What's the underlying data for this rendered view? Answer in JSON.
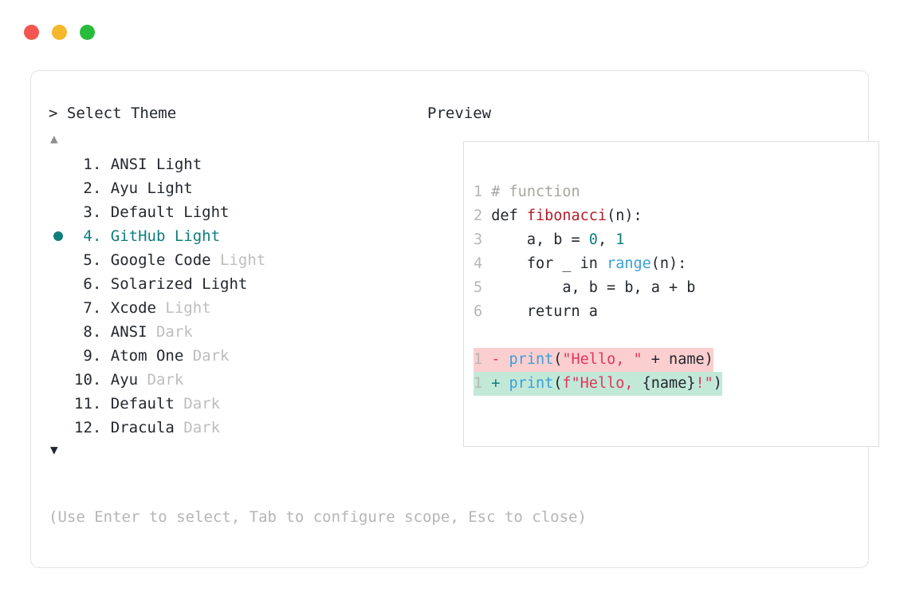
{
  "window": {
    "controls": [
      {
        "name": "close",
        "color": "#f4564f"
      },
      {
        "name": "minimize",
        "color": "#f5b72c"
      },
      {
        "name": "maximize",
        "color": "#28bb3c"
      }
    ]
  },
  "prompt": {
    "title": "> Select Theme",
    "scroll_up_indicator": "▲",
    "scroll_down_indicator": "▼",
    "selected_index": 4,
    "accent_color": "#0f7d7d",
    "muted_color": "#bdbdbd",
    "items": [
      {
        "number": "1.",
        "name": "ANSI",
        "variant": "Light",
        "variant_muted": false,
        "selected": false
      },
      {
        "number": "2.",
        "name": "Ayu",
        "variant": "Light",
        "variant_muted": false,
        "selected": false
      },
      {
        "number": "3.",
        "name": "Default",
        "variant": "Light",
        "variant_muted": false,
        "selected": false
      },
      {
        "number": "4.",
        "name": "GitHub",
        "variant": "Light",
        "variant_muted": false,
        "selected": true
      },
      {
        "number": "5.",
        "name": "Google Code",
        "variant": "Light",
        "variant_muted": true,
        "selected": false
      },
      {
        "number": "6.",
        "name": "Solarized",
        "variant": "Light",
        "variant_muted": false,
        "selected": false
      },
      {
        "number": "7.",
        "name": "Xcode",
        "variant": "Light",
        "variant_muted": true,
        "selected": false
      },
      {
        "number": "8.",
        "name": "ANSI",
        "variant": "Dark",
        "variant_muted": true,
        "selected": false
      },
      {
        "number": "9.",
        "name": "Atom One",
        "variant": "Dark",
        "variant_muted": true,
        "selected": false
      },
      {
        "number": "10.",
        "name": "Ayu",
        "variant": "Dark",
        "variant_muted": true,
        "selected": false
      },
      {
        "number": "11.",
        "name": "Default",
        "variant": "Dark",
        "variant_muted": true,
        "selected": false
      },
      {
        "number": "12.",
        "name": "Dracula",
        "variant": "Dark",
        "variant_muted": true,
        "selected": false
      }
    ],
    "hint": "(Use Enter to select, Tab to configure scope, Esc to close)"
  },
  "preview": {
    "title": "Preview",
    "code_lines": [
      {
        "ln": "1",
        "tokens": [
          {
            "t": "# function",
            "c": "tok-comment"
          }
        ]
      },
      {
        "ln": "2",
        "tokens": [
          {
            "t": "def ",
            "c": "tok-kw"
          },
          {
            "t": "fibonacci",
            "c": "tok-fn"
          },
          {
            "t": "(n):",
            "c": "tok-punct"
          }
        ]
      },
      {
        "ln": "3",
        "tokens": [
          {
            "t": "    a, b = ",
            "c": "tok-plain"
          },
          {
            "t": "0",
            "c": "tok-num"
          },
          {
            "t": ", ",
            "c": "tok-plain"
          },
          {
            "t": "1",
            "c": "tok-num"
          }
        ]
      },
      {
        "ln": "4",
        "tokens": [
          {
            "t": "    for _ in ",
            "c": "tok-plain"
          },
          {
            "t": "range",
            "c": "tok-builtin"
          },
          {
            "t": "(n):",
            "c": "tok-punct"
          }
        ]
      },
      {
        "ln": "5",
        "tokens": [
          {
            "t": "        a, b = b, a + b",
            "c": "tok-plain"
          }
        ]
      },
      {
        "ln": "6",
        "tokens": [
          {
            "t": "    return a",
            "c": "tok-plain"
          }
        ]
      }
    ],
    "diff_lines": [
      {
        "ln": "1",
        "kind": "del",
        "sign": "-",
        "background": "#fbcfcf",
        "tokens": [
          {
            "t": "print",
            "c": "tok-builtin"
          },
          {
            "t": "(",
            "c": "tok-punct"
          },
          {
            "t": "\"Hello, \"",
            "c": "tok-str"
          },
          {
            "t": " + name)",
            "c": "tok-plain"
          }
        ]
      },
      {
        "ln": "1",
        "kind": "add",
        "sign": "+",
        "background": "#c2e8d8",
        "tokens": [
          {
            "t": "print",
            "c": "tok-builtin"
          },
          {
            "t": "(",
            "c": "tok-punct"
          },
          {
            "t": "f\"Hello, ",
            "c": "tok-str"
          },
          {
            "t": "{name}",
            "c": "tok-plain"
          },
          {
            "t": "!\"",
            "c": "tok-str"
          },
          {
            "t": ")",
            "c": "tok-punct"
          }
        ]
      }
    ]
  }
}
